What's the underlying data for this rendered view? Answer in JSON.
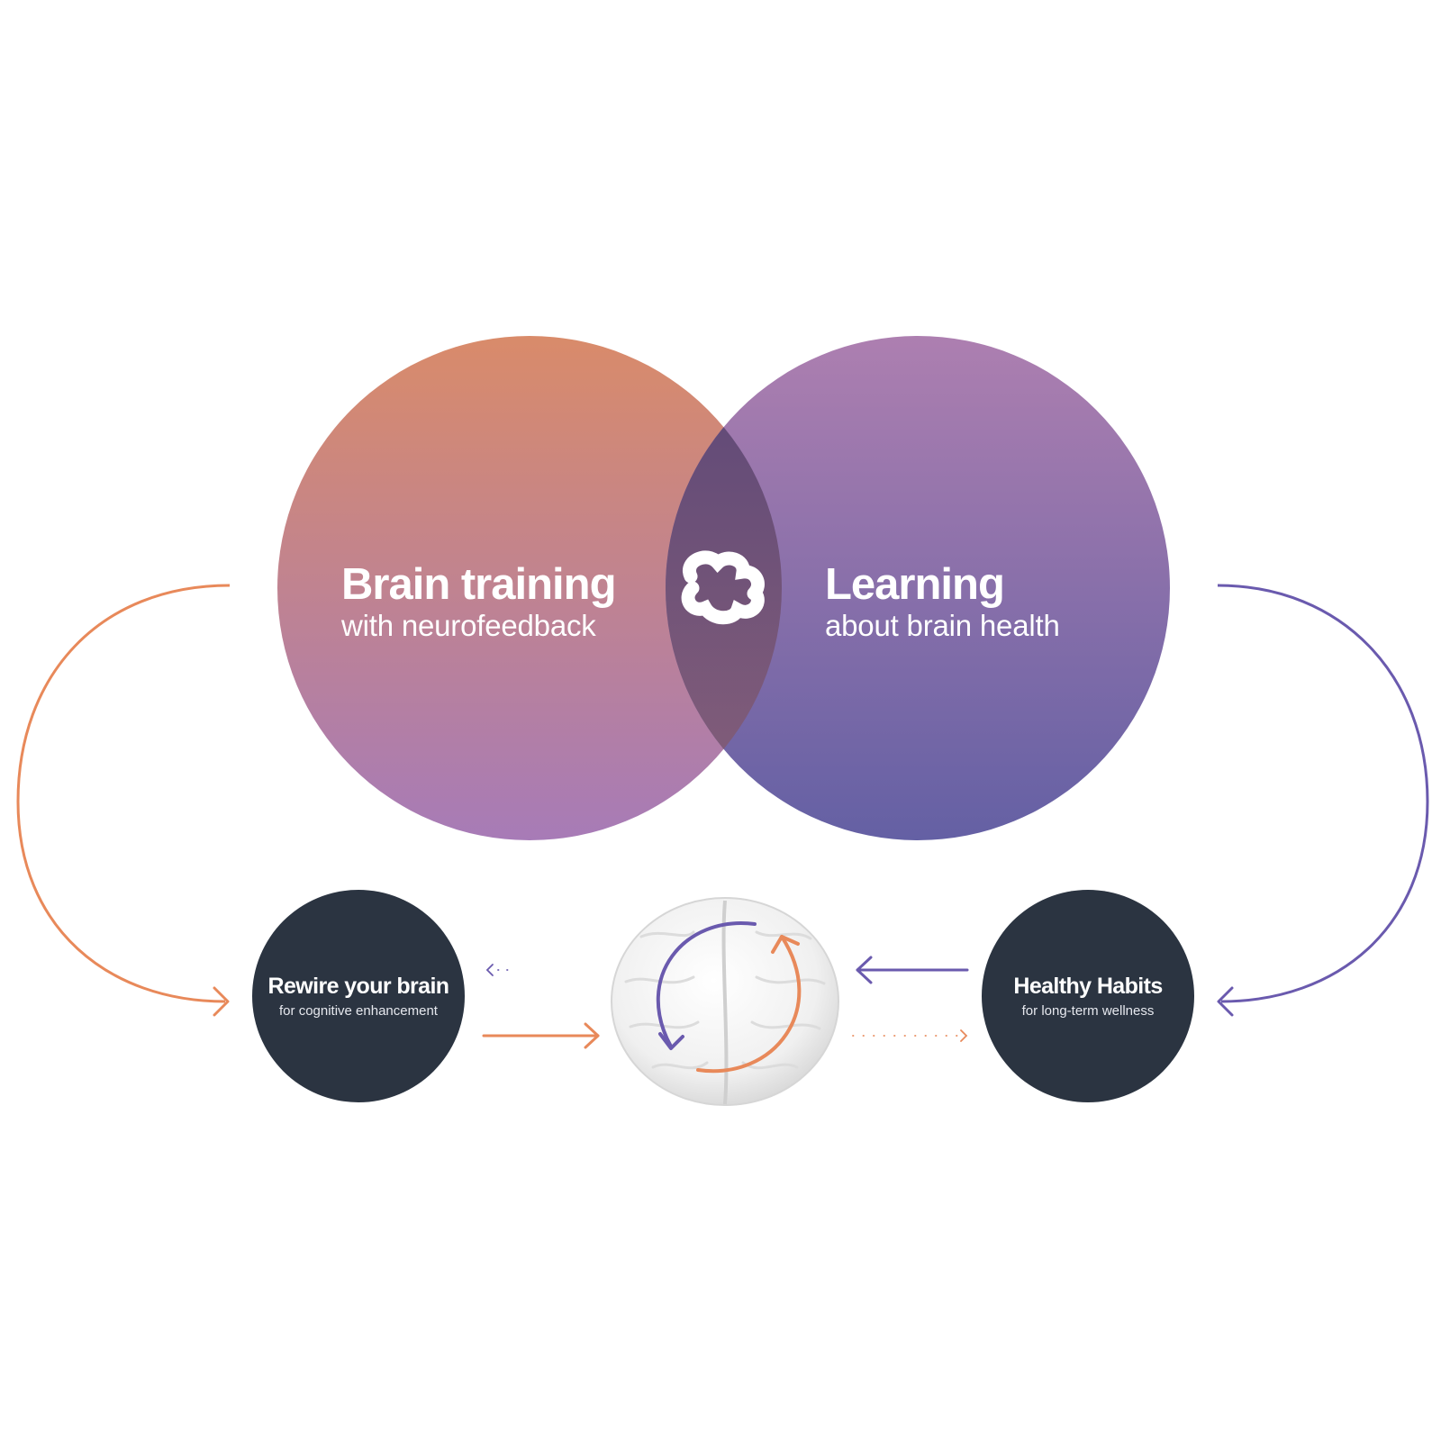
{
  "colors": {
    "orange": "#e8895a",
    "purple": "#6a5aae",
    "dark_node": "#2b3441",
    "circle_left_top": "#d98b6a",
    "circle_left_bottom": "#a77bb7",
    "circle_right_top": "#ad7fb0",
    "circle_right_bottom": "#6460a4",
    "overlap": "#5d4a7c"
  },
  "venn": {
    "left": {
      "title": "Brain training",
      "subtitle": "with neurofeedback"
    },
    "right": {
      "title": "Learning",
      "subtitle": "about brain health"
    },
    "center_icon": "cloud-logo-icon"
  },
  "nodes": {
    "left": {
      "title": "Rewire your brain",
      "subtitle": "for cognitive enhancement"
    },
    "right": {
      "title": "Healthy Habits",
      "subtitle": "for long-term wellness"
    },
    "center_icon": "brain-icon"
  },
  "cycle": {
    "icons": [
      "cycle-arrow-purple-icon",
      "cycle-arrow-orange-icon"
    ]
  }
}
